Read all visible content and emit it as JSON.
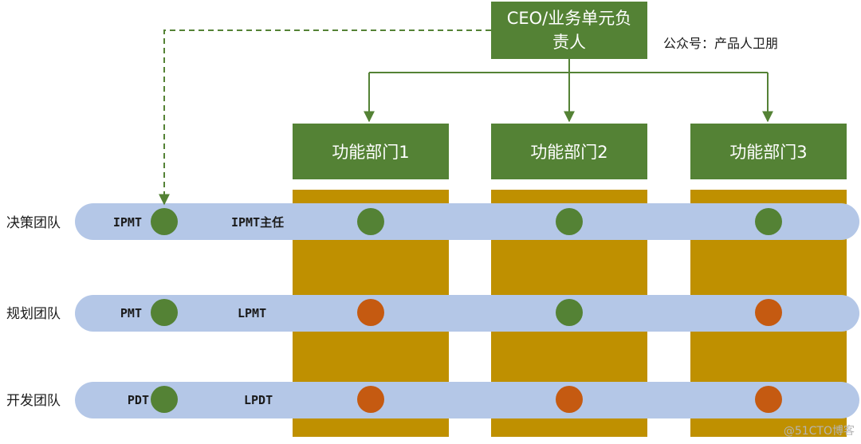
{
  "ceo_box": {
    "line1": "CEO/业务单元负",
    "line2": "责人"
  },
  "account_label": "公众号：产品人卫朋",
  "departments": [
    "功能部门1",
    "功能部门2",
    "功能部门3"
  ],
  "teams": [
    {
      "name": "决策团队",
      "role": "IPMT",
      "lead": "IPMT主任",
      "dept_markers": [
        "green",
        "green",
        "green"
      ]
    },
    {
      "name": "规划团队",
      "role": "PMT",
      "lead": "LPMT",
      "dept_markers": [
        "orange",
        "green",
        "orange"
      ]
    },
    {
      "name": "开发团队",
      "role": "PDT",
      "lead": "LPDT",
      "dept_markers": [
        "orange",
        "orange",
        "orange"
      ]
    }
  ],
  "watermark": "@51CTO博客",
  "colors": {
    "box_green": "#548235",
    "column_gold": "#BF9000",
    "band_blue": "#B4C7E7",
    "marker_green": "#548235",
    "marker_orange": "#C55A11",
    "arrow_green": "#548235"
  }
}
